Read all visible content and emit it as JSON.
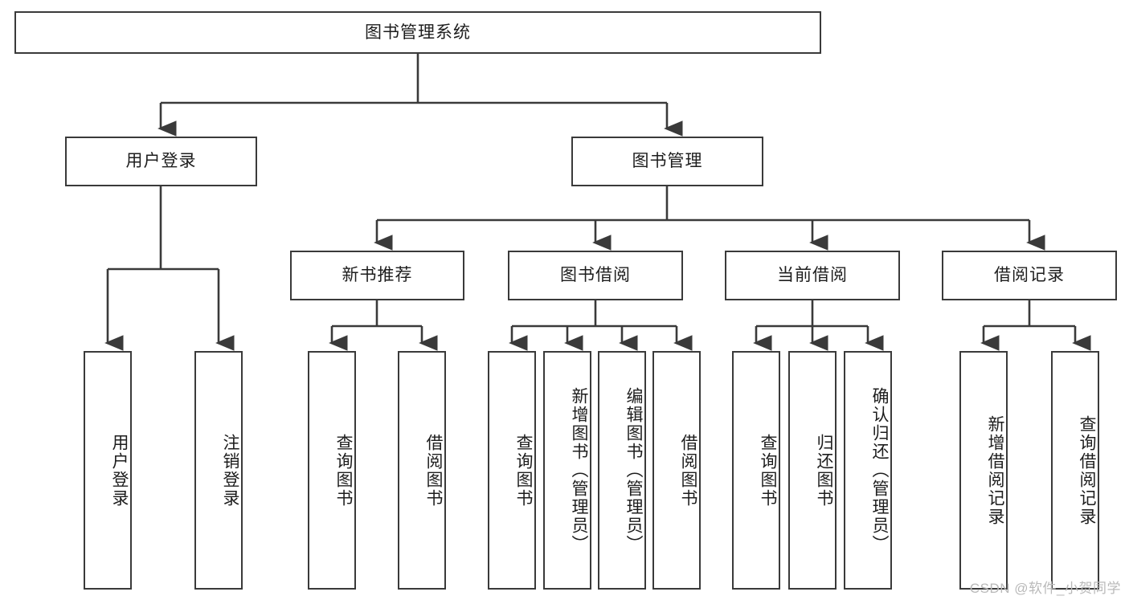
{
  "diagram": {
    "title": "图书管理系统",
    "watermark": "CSDN @软件_小贺同学",
    "colors": {
      "background": "#ffffff",
      "node_border": "#3a3a3a",
      "node_fill": "#ffffff",
      "edge": "#3a3a3a",
      "text": "#1d1d1d",
      "watermark": "#b9b9b9"
    },
    "root": {
      "label": "图书管理系统"
    },
    "level2": [
      {
        "label": "用户登录"
      },
      {
        "label": "图书管理"
      }
    ],
    "level3": [
      {
        "label": "新书推荐"
      },
      {
        "label": "图书借阅"
      },
      {
        "label": "当前借阅"
      },
      {
        "label": "借阅记录"
      }
    ],
    "leaves": {
      "user_login": [
        {
          "label": "用户登录"
        },
        {
          "label": "注销登录"
        }
      ],
      "new_book_recommend": [
        {
          "label": "查询图书"
        },
        {
          "label": "借阅图书"
        }
      ],
      "book_borrow": [
        {
          "label": "查询图书"
        },
        {
          "label": "新增图书（管理员）"
        },
        {
          "label": "编辑图书（管理员）"
        },
        {
          "label": "借阅图书"
        }
      ],
      "current_borrow": [
        {
          "label": "查询图书"
        },
        {
          "label": "归还图书"
        },
        {
          "label": "确认归还（管理员）"
        }
      ],
      "borrow_record": [
        {
          "label": "新增借阅记录"
        },
        {
          "label": "查询借阅记录"
        }
      ]
    }
  }
}
